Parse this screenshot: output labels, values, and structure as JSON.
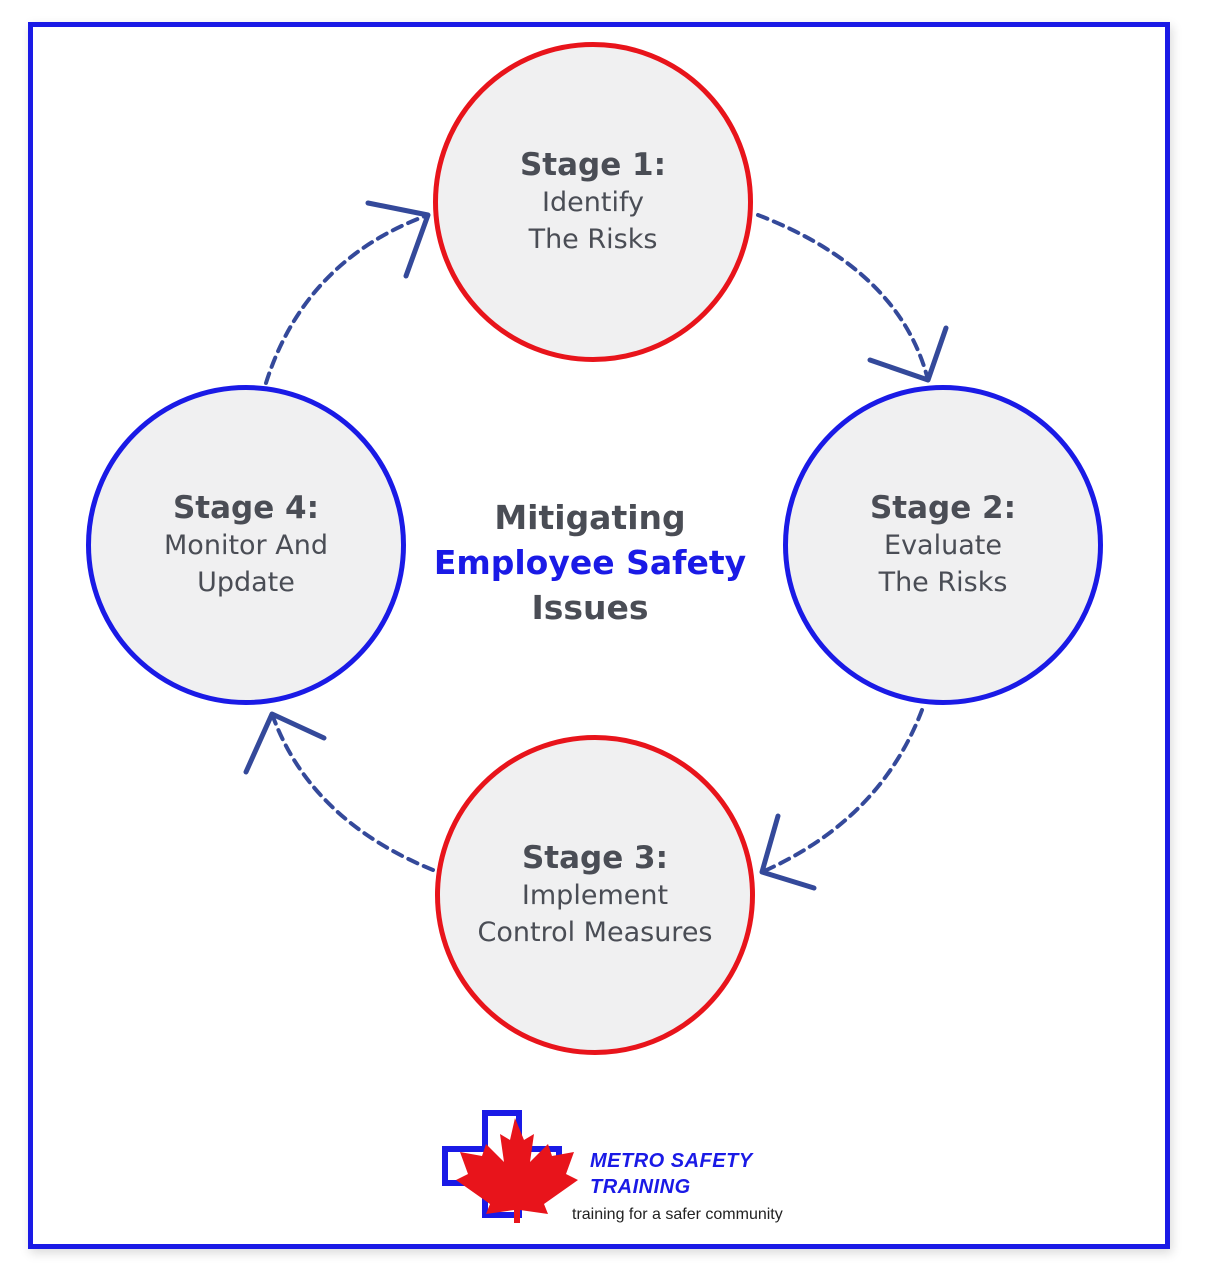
{
  "center": {
    "line1": "Mitigating",
    "line2": "Employee Safety",
    "line3": "Issues"
  },
  "stages": [
    {
      "title": "Stage 1:",
      "line1": "Identify",
      "line2": "The Risks"
    },
    {
      "title": "Stage 2:",
      "line1": "Evaluate",
      "line2": "The Risks"
    },
    {
      "title": "Stage 3:",
      "line1": "Implement",
      "line2": "Control Measures"
    },
    {
      "title": "Stage 4:",
      "line1": "Monitor And",
      "line2": "Update"
    }
  ],
  "logo": {
    "name_line1": "METRO SAFETY",
    "name_line2": "TRAINING",
    "tagline": "training for a safer community"
  },
  "colors": {
    "frame": "#1a1ae6",
    "red_ring": "#e8141b",
    "blue_ring": "#1a1ae6",
    "arrow": "#34499a",
    "text": "#4a4d55",
    "accent": "#1a1ae6",
    "node_fill": "#f0f0f1"
  }
}
